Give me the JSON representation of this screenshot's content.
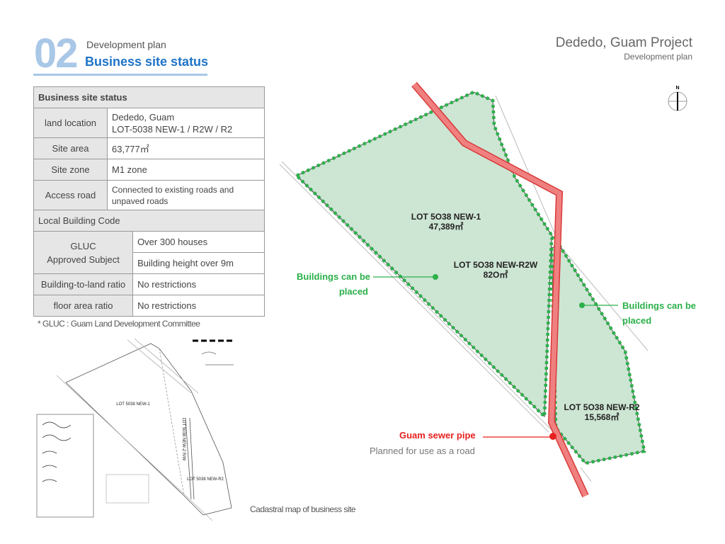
{
  "header": {
    "number": "02",
    "subtitle": "Development plan",
    "title": "Business site status",
    "project": "Dededo, Guam Project",
    "project_sub": "Development plan"
  },
  "table": {
    "heading": "Business site status",
    "land_location_label": "land location",
    "land_location_1": "Dededo, Guam",
    "land_location_2": "LOT-5038 NEW-1 / R2W / R2",
    "site_area_label": "Site area",
    "site_area": "63,777㎡",
    "site_zone_label": "Site zone",
    "site_zone": "M1 zone",
    "access_road_label": "Access road",
    "access_road": "Connected to existing roads and unpaved roads",
    "local_code": "Local Building Code",
    "gluc_label_1": "GLUC",
    "gluc_label_2": "Approved Subject",
    "gluc_1": "Over 300 houses",
    "gluc_2": "Building height over 9m",
    "btl_label": "Building-to-land ratio",
    "btl": "No restrictions",
    "far_label": "floor area ratio",
    "far": "No restrictions"
  },
  "note": "* GLUC : Guam Land Development Committee",
  "cadastral": {
    "caption": "Cadastral map of business site",
    "lot1": "LOT 5038 NEW-1",
    "lot_r2": "LOT 5038 NEW-R2",
    "lot_r2w": "LOT 5038 NEW-2 R/W"
  },
  "map": {
    "north": "N",
    "lot1_name": "LOT 5O38 NEW-1",
    "lot1_area": "47,389㎡",
    "r2w_name": "LOT 5O38 NEW-R2W",
    "r2w_area": "82O㎡",
    "r2_name": "LOT 5O38 NEW-R2",
    "r2_area": "15,568㎡",
    "build_left_1": "Buildings can be",
    "build_left_2": "placed",
    "build_right_1": "Buildings can be",
    "build_right_2": "placed",
    "sewer": "Guam sewer pipe",
    "sewer_sub": "Planned for use as a road"
  },
  "colors": {
    "accent": "#1e73c8",
    "green": "#2bb04a",
    "red": "#e6201e",
    "fill": "#cde5d3"
  }
}
